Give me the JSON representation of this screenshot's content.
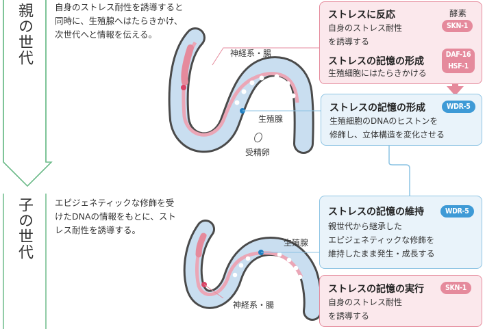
{
  "parent": {
    "label": "親の世代",
    "description_lines": [
      "自身のストレス耐性を誘導すると",
      "同時に、生殖腺へはたらきかけ、",
      "次世代へと情報を伝える。"
    ],
    "label_neural": "神経系・腸",
    "label_gonad": "生殖腺",
    "label_egg": "受精卵"
  },
  "child": {
    "label": "子の世代",
    "description_lines": [
      "エピジェネティックな修飾を受",
      "けたDNAの情報をもとに、スト",
      "レス耐性を誘導する。"
    ],
    "label_gonad": "生殖腺",
    "label_neural": "神経系・腸"
  },
  "boxes": {
    "parent_pink": {
      "enzyme_label": "酵素",
      "reaction_title": "ストレスに反応",
      "reaction_badge": "SKN-1",
      "reaction_body": [
        "自身のストレス耐性",
        "を誘導する"
      ],
      "formation_title": "ストレスの記憶の形成",
      "formation_badges": [
        "DAF-16",
        "HSF-1"
      ],
      "formation_body": "生殖細胞にはたらきかける"
    },
    "parent_blue": {
      "title": "ストレスの記憶の形成",
      "badge": "WDR-5",
      "body": [
        "生殖細胞のDNAのヒストンを",
        "修飾し、立体構造を変化させる"
      ]
    },
    "child_blue": {
      "title": "ストレスの記憶の維持",
      "badge": "WDR-5",
      "body": [
        "親世代から継承した",
        "エピジェネティックな修飾を",
        "維持したまま発生・成長する"
      ]
    },
    "child_pink": {
      "title": "ストレスの記憶の実行",
      "badge": "SKN-1",
      "body": [
        "自身のストレス耐性",
        "を誘導する"
      ]
    }
  },
  "colors": {
    "pink_fill": "#fbe8ec",
    "pink_border": "#e58a9c",
    "blue_fill": "#e9f3fa",
    "blue_border": "#8cc3e3",
    "blue_badge": "#3e9ad6",
    "arrow_green": "#6dbb8a"
  }
}
